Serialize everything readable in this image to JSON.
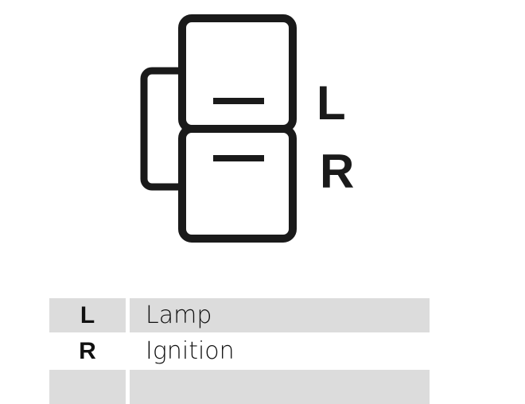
{
  "diagram": {
    "pins": [
      {
        "letter": "L"
      },
      {
        "letter": "R"
      }
    ],
    "stroke_color": "#1a1a1a"
  },
  "legend": {
    "rows": [
      {
        "code": "L",
        "description": "Lamp",
        "shaded": true
      },
      {
        "code": "R",
        "description": "Ignition",
        "shaded": false
      },
      {
        "code": "",
        "description": "",
        "shaded": true
      }
    ],
    "shade_color": "#dcdcdc"
  }
}
